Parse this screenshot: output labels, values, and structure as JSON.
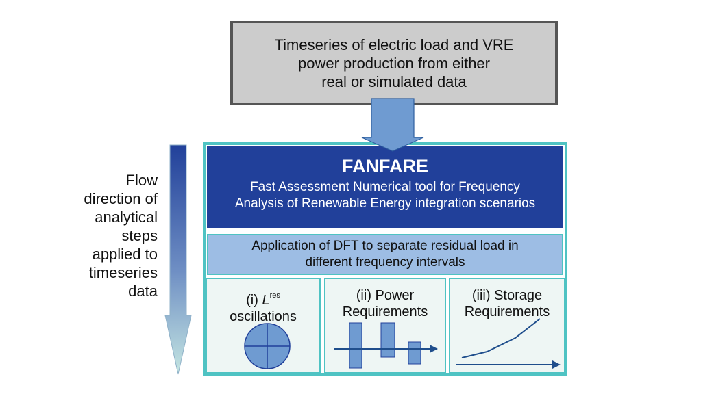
{
  "input_box": {
    "text": "Timeseries of electric load and VRE\npower production from either\nreal or simulated data"
  },
  "fanfare": {
    "title": "FANFARE",
    "subtitle": "Fast Assessment Numerical tool for Frequency\nAnalysis of Renewable Energy integration scenarios"
  },
  "dft": {
    "text": "Application of DFT to separate residual load in\ndifferent frequency intervals"
  },
  "panels": [
    {
      "title_prefix": "(i) ",
      "title_var": "L",
      "title_sup": "res",
      "title_line2": "oscillations"
    },
    {
      "title": "(ii) Power\nRequirements"
    },
    {
      "title": "(iii) Storage\nRequirements"
    }
  ],
  "flow": {
    "text": "Flow\ndirection of\nanalytical\nsteps\napplied to\ntimeseries\ndata"
  },
  "colors": {
    "fanfare_bg": "#21409a",
    "dft_bg": "#9dbde4",
    "frame": "#4fc3c3",
    "input_bg": "#cccccc",
    "icon_fill": "#6f9bd1",
    "icon_stroke": "#21409a",
    "arrow_line": "#1f4e8c"
  },
  "icons": [
    "circle-quadrant-icon",
    "bar-chart-icon",
    "rising-line-icon"
  ]
}
